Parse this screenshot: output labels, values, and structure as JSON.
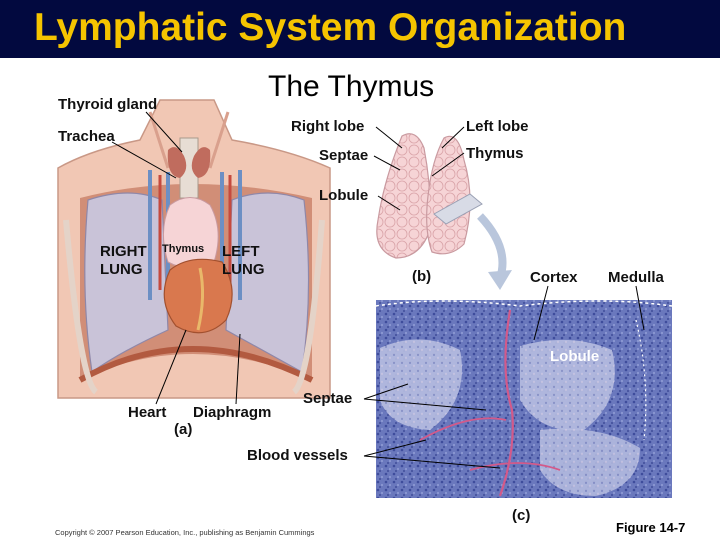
{
  "header": {
    "title": "Lymphatic System Organization"
  },
  "subtitle": "The Thymus",
  "panel_a": {
    "tag": "(a)",
    "labels": {
      "thyroid": "Thyroid gland",
      "trachea": "Trachea",
      "right_lung": [
        "RIGHT",
        "LUNG"
      ],
      "left_lung": [
        "LEFT",
        "LUNG"
      ],
      "thymus": "Thymus",
      "heart": "Heart",
      "diaphragm": "Diaphragm"
    }
  },
  "panel_b": {
    "tag": "(b)",
    "labels": {
      "right_lobe": "Right lobe",
      "left_lobe": "Left lobe",
      "septae": "Septae",
      "thymus": "Thymus",
      "lobule": "Lobule"
    }
  },
  "panel_c": {
    "tag": "(c)",
    "labels": {
      "cortex": "Cortex",
      "medulla": "Medulla",
      "lobule": "Lobule",
      "septae": "Septae",
      "blood_vessels": "Blood vessels"
    }
  },
  "footer": {
    "copyright": "Copyright © 2007 Pearson Education, Inc., publishing as Benjamin Cummings",
    "figure": "Figure 14-7"
  },
  "colors": {
    "header_bg": "#02093f",
    "header_text": "#f5c400",
    "skin": "#f1c7b4",
    "lung": "#c9c3d8",
    "thymus": "#f6d4d6",
    "heart": "#d9784e",
    "tissue": "#6f7fc2"
  }
}
